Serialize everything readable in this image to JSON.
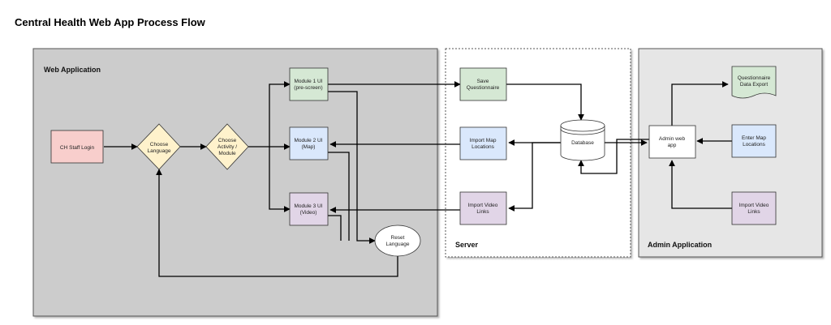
{
  "title": "Central Health Web App Process Flow",
  "regions": {
    "web_app": "Web Application",
    "server": "Server",
    "admin_app": "Admin Application"
  },
  "nodes": {
    "ch_staff_login": [
      "CH Staff Login"
    ],
    "choose_language": [
      "Choose",
      "Language"
    ],
    "choose_activity": [
      "Choose",
      "Activity /",
      "Module"
    ],
    "module1": [
      "Module 1 UI",
      "(pre-screen)"
    ],
    "module2": [
      "Module 2 UI",
      "(Map)"
    ],
    "module3": [
      "Module 3 UI",
      "(Video)"
    ],
    "reset_language": [
      "Reset",
      "Language"
    ],
    "save_questionnaire": [
      "Save",
      "Questionnaire"
    ],
    "import_map": [
      "Import Map",
      "Locations"
    ],
    "import_video_server": [
      "Import Video",
      "Links"
    ],
    "database": [
      "Database"
    ],
    "admin_web_app": [
      "Admin web",
      "app"
    ],
    "questionnaire_export": [
      "Questionnaire",
      "Data Export"
    ],
    "enter_map": [
      "Enter Map",
      "Locations"
    ],
    "import_video_admin": [
      "Import Video",
      "Links"
    ]
  },
  "colors": {
    "login_fill": "#f8cecc",
    "decision_fill": "#fff2cc",
    "green_fill": "#d5e8d4",
    "blue_fill": "#dae8fc",
    "purple_fill": "#e1d5e7",
    "region_fill": "#cccccc",
    "admin_fill": "#e6e6e6"
  }
}
